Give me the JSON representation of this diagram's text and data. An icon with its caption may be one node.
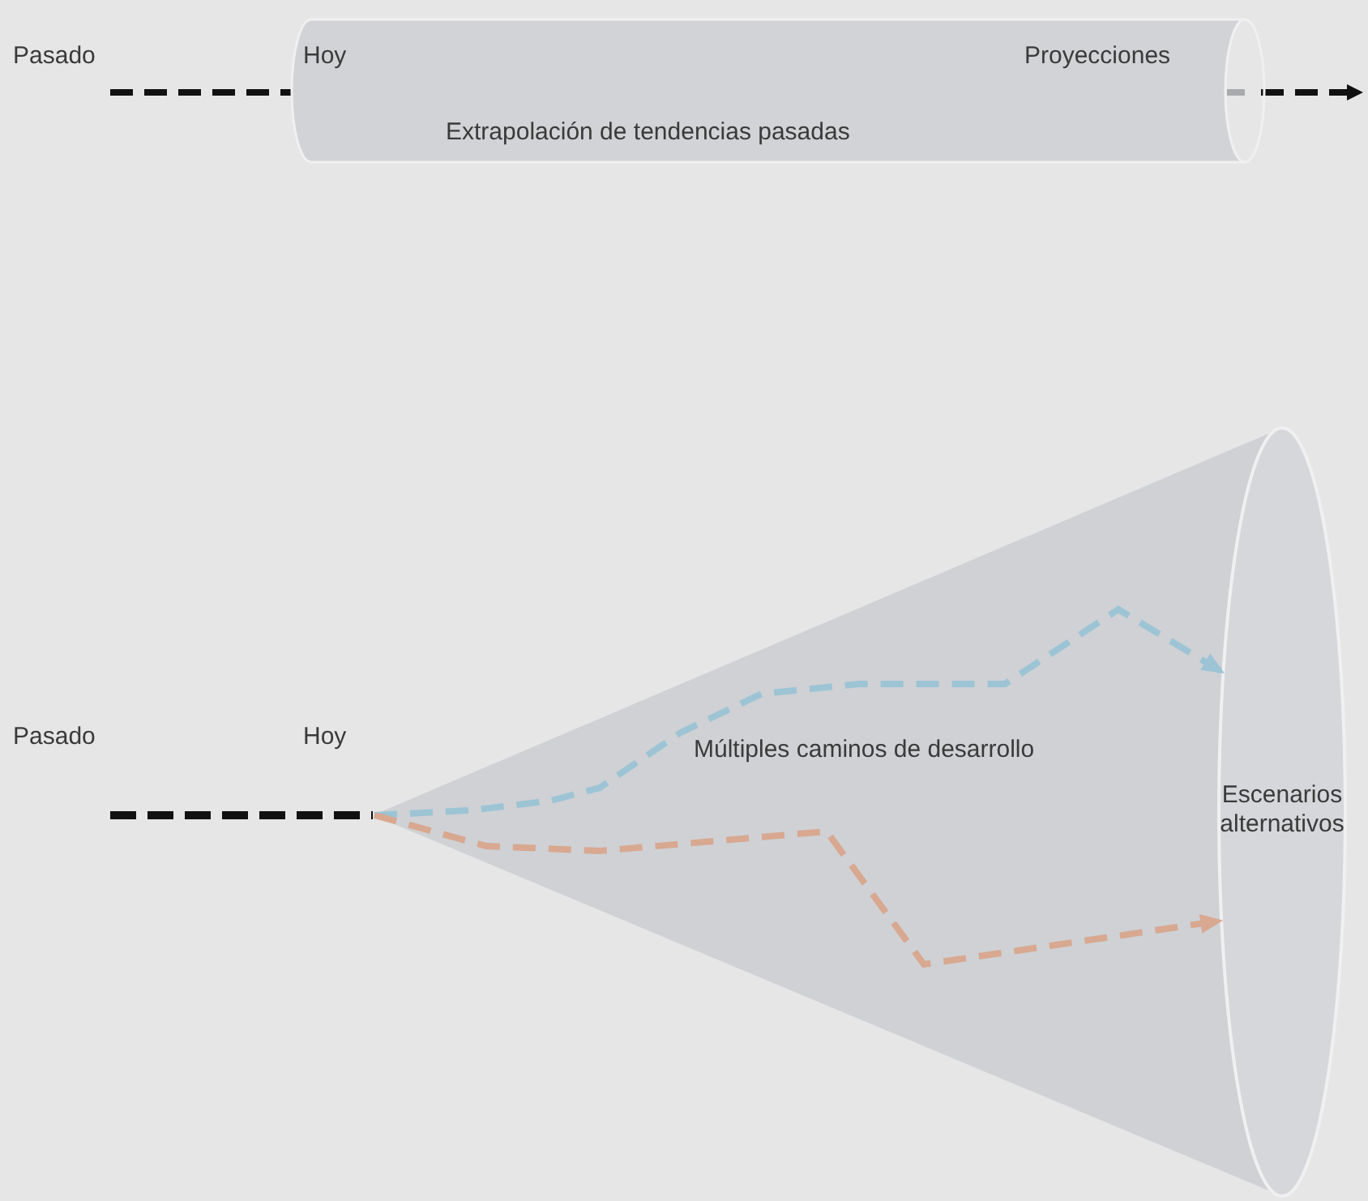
{
  "diagram": {
    "nodes": [
      {
        "text": [
          "Extrapolación de tendencias pasadas"
        ]
      },
      {
        "text": [
          "Múltiples caminos de desarrollo"
        ]
      },
      {
        "text": [
          "Escenarios alternativos"
        ],
        "in": 1
      }
    ],
    "edges": [
      {
        "from": 1,
        "to": 2,
        "arrow": "to",
        "style": "dashed",
        "color": "#9cc4d4"
      },
      {
        "from": 1,
        "to": 2,
        "arrow": "to",
        "style": "dashed",
        "color": "#d8a890"
      }
    ],
    "labels": [
      "Pasado",
      "Hoy",
      "Proyecciones",
      "Pasado",
      "Hoy"
    ]
  }
}
